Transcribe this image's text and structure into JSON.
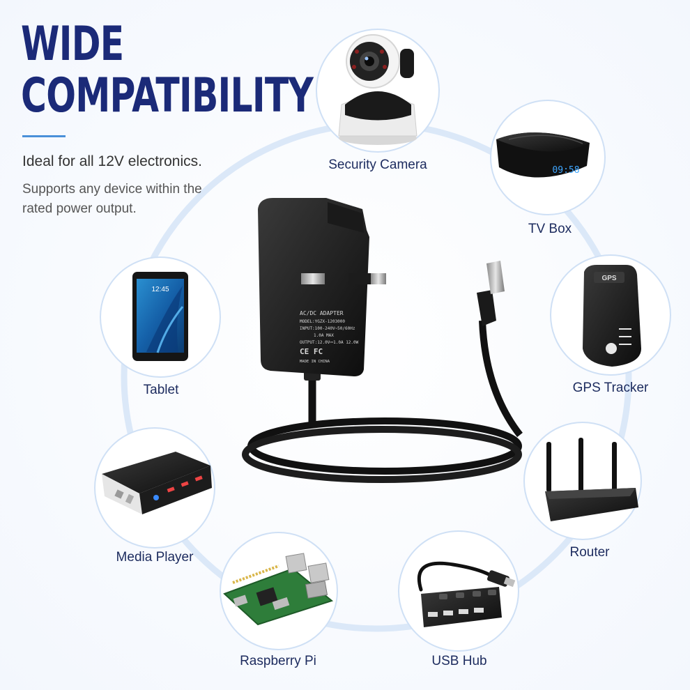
{
  "header": {
    "title_line1": "WIDE",
    "title_line2": "COMPATIBILITY",
    "lead": "Ideal for all 12V electronics.",
    "sub_line1": "Supports any device within the",
    "sub_line2": "rated power output."
  },
  "devices": {
    "security_camera": "Security Camera",
    "tv_box": "TV Box",
    "tv_box_display": "09:58",
    "gps_tracker": "GPS Tracker",
    "gps_badge": "GPS",
    "router": "Router",
    "usb_hub": "USB Hub",
    "raspberry_pi": "Raspberry Pi",
    "media_player": "Media Player",
    "tablet": "Tablet",
    "tablet_clock": "12:45"
  },
  "adapter": {
    "label_title": "AC/DC ADAPTER",
    "model": "MODEL:YGZX-1203000",
    "input": "INPUT:100-240V~50/60Hz",
    "input_current": "1.0A MAX",
    "output": "OUTPUT:12.0V⎓1.0A 12.0W",
    "marks": "CE FC",
    "made_in": "MADE IN CHINA"
  },
  "colors": {
    "title": "#1b2a78",
    "accent": "#4a90d9",
    "ring": "#dbe8f8",
    "label": "#1c2b5e"
  }
}
